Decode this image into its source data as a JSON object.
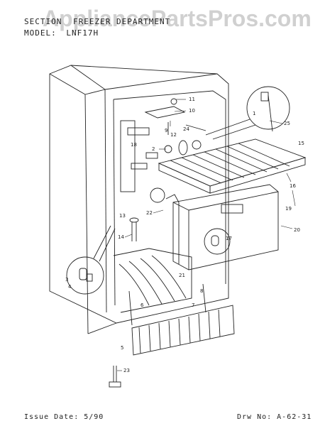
{
  "header": {
    "section_label": "SECTION",
    "section_value": "FREEZER DEPARTMENT",
    "model_label": "MODEL:",
    "model_value": "LNF17H"
  },
  "watermark": "AppliancePartsPros.com",
  "footer": {
    "issue_date": "Issue Date: 5/90",
    "drawing_no": "Drw No: A-62-31"
  },
  "callouts": [
    "1",
    "2",
    "3",
    "4",
    "5",
    "6",
    "7",
    "8",
    "9",
    "10",
    "11",
    "12",
    "13",
    "14",
    "15",
    "16",
    "17",
    "18",
    "19",
    "20",
    "21",
    "22",
    "23",
    "24",
    "25"
  ]
}
